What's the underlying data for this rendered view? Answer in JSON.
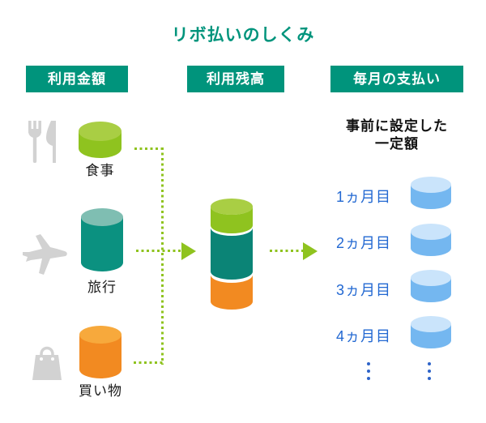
{
  "title": "リボ払いのしくみ",
  "colors": {
    "accent_teal": "#00947C",
    "line_green": "#8FC31F",
    "cyl_green_side": "#8FC31F",
    "cyl_green_top": "#A9CE44",
    "cyl_teal_side": "#0B9180",
    "cyl_teal_top": "#7FBEB2",
    "cyl_orange_side": "#F28A21",
    "cyl_orange_top": "#F7A93C",
    "cyl_blue_side": "#74B7F0",
    "cyl_blue_top": "#CAE4FB",
    "month_text_blue": "#2268D2",
    "icon_gray": "#D2D2D2"
  },
  "headers": {
    "usage": "利用金額",
    "balance": "利用残高",
    "payment": "毎月の支払い"
  },
  "usage_items": [
    {
      "label": "食事",
      "icon": "fork-knife-icon"
    },
    {
      "label": "旅行",
      "icon": "airplane-icon"
    },
    {
      "label": "買い物",
      "icon": "shopping-bag-icon"
    }
  ],
  "payment": {
    "note_line1": "事前に設定した",
    "note_line2": "一定額",
    "months": [
      {
        "label": "1ヵ月目"
      },
      {
        "label": "2ヵ月目"
      },
      {
        "label": "3ヵ月目"
      },
      {
        "label": "4ヵ月目"
      }
    ]
  }
}
